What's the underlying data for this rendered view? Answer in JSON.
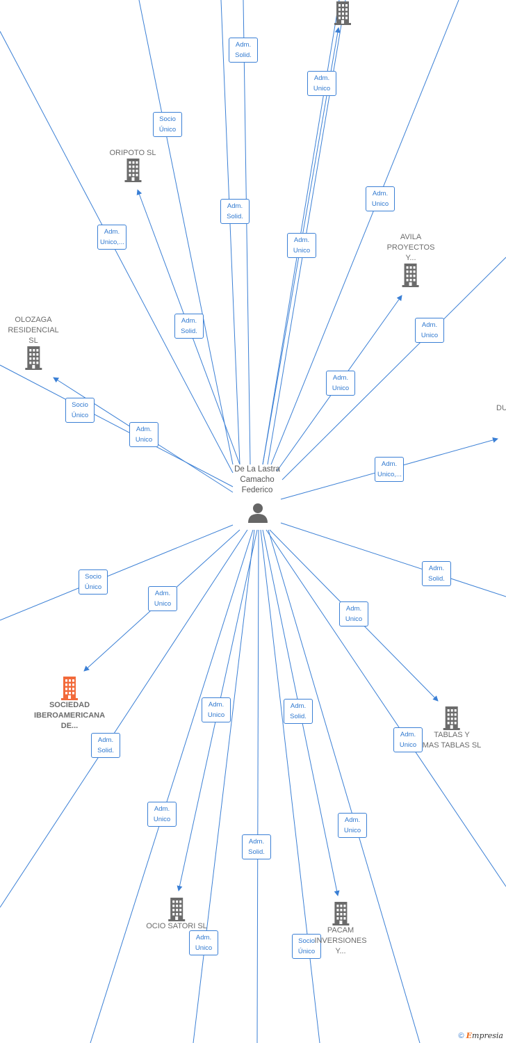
{
  "center": {
    "name_lines": [
      "De La Lastra",
      "Camacho",
      "Federico"
    ],
    "icon": "person-icon"
  },
  "companies": [
    {
      "id": "oripoto",
      "lines": [
        "ORIPOTO  SL"
      ],
      "highlight": false
    },
    {
      "id": "avila",
      "lines": [
        "AVILA",
        "PROYECTOS",
        "Y..."
      ],
      "highlight": false
    },
    {
      "id": "olozaga",
      "lines": [
        "OLOZAGA",
        "RESIDENCIAL",
        "SL"
      ],
      "highlight": false
    },
    {
      "id": "du",
      "lines": [
        "DU"
      ],
      "highlight": false
    },
    {
      "id": "sociedad",
      "lines": [
        "SOCIEDAD",
        "IBEROAMERICANA",
        "DE..."
      ],
      "highlight": true
    },
    {
      "id": "tablas",
      "lines": [
        "TABLAS Y",
        "MAS TABLAS  SL"
      ],
      "highlight": false
    },
    {
      "id": "ocio",
      "lines": [
        "OCIO SATORI SL"
      ],
      "highlight": false
    },
    {
      "id": "pacam",
      "lines": [
        "PACAM",
        "INVERSIONES",
        "Y..."
      ],
      "highlight": false
    },
    {
      "id": "top",
      "lines": [],
      "highlight": false
    }
  ],
  "relations": [
    {
      "lines": [
        "Adm.",
        "Solid."
      ]
    },
    {
      "lines": [
        "Adm.",
        "Unico"
      ]
    },
    {
      "lines": [
        "Socio",
        "Único"
      ]
    },
    {
      "lines": [
        "Adm.",
        "Unico"
      ]
    },
    {
      "lines": [
        "Adm.",
        "Solid."
      ]
    },
    {
      "lines": [
        "Adm.",
        "Unico,..."
      ]
    },
    {
      "lines": [
        "Adm.",
        "Unico"
      ]
    },
    {
      "lines": [
        "Adm.",
        "Solid."
      ]
    },
    {
      "lines": [
        "Adm.",
        "Unico"
      ]
    },
    {
      "lines": [
        "Adm.",
        "Unico"
      ]
    },
    {
      "lines": [
        "Socio",
        "Único"
      ]
    },
    {
      "lines": [
        "Adm.",
        "Unico"
      ]
    },
    {
      "lines": [
        "Adm.",
        "Unico,..."
      ]
    },
    {
      "lines": [
        "Socio",
        "Único"
      ]
    },
    {
      "lines": [
        "Adm.",
        "Unico"
      ]
    },
    {
      "lines": [
        "Adm.",
        "Solid."
      ]
    },
    {
      "lines": [
        "Adm.",
        "Unico"
      ]
    },
    {
      "lines": [
        "Adm.",
        "Unico"
      ]
    },
    {
      "lines": [
        "Adm.",
        "Solid."
      ]
    },
    {
      "lines": [
        "Adm.",
        "Solid."
      ]
    },
    {
      "lines": [
        "Adm.",
        "Unico"
      ]
    },
    {
      "lines": [
        "Adm.",
        "Unico"
      ]
    },
    {
      "lines": [
        "Adm.",
        "Solid."
      ]
    },
    {
      "lines": [
        "Adm.",
        "Unico"
      ]
    },
    {
      "lines": [
        "Adm.",
        "Unico"
      ]
    },
    {
      "lines": [
        "Socio",
        "Único"
      ]
    }
  ],
  "colors": {
    "edge": "#3a7fd5",
    "building": "#6b6b6b",
    "building_highlight": "#f26a3a",
    "person": "#666666"
  },
  "footer": {
    "copyright": "©",
    "brand_initial": "E",
    "brand_rest": "mpresia"
  }
}
